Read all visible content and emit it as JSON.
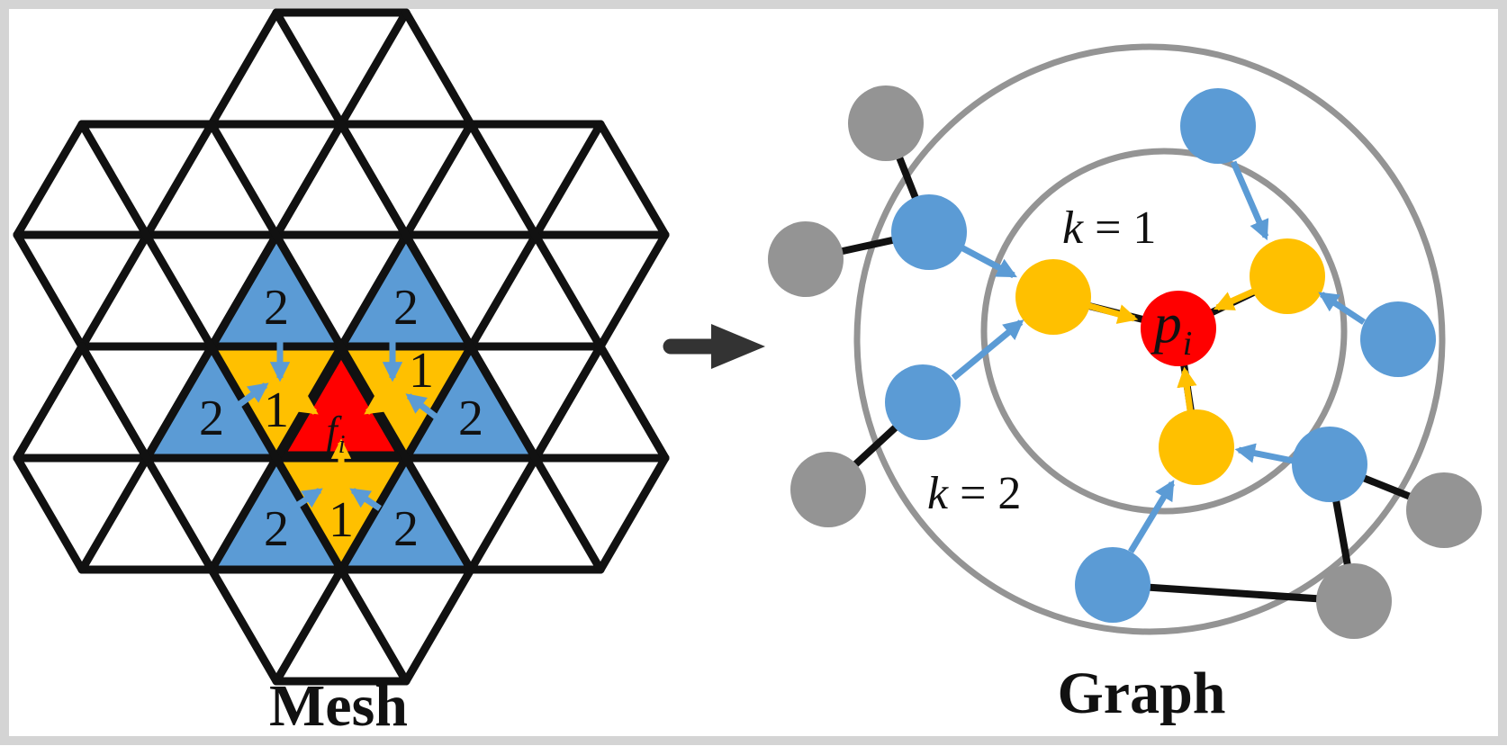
{
  "mesh": {
    "caption": "Mesh",
    "center_face_label": "f",
    "center_face_subscript": "i",
    "ring1_labels": [
      "1",
      "1",
      "1"
    ],
    "ring2_labels": [
      "2",
      "2",
      "2",
      "2",
      "2",
      "2"
    ]
  },
  "graph": {
    "caption": "Graph",
    "center_node_label": "p",
    "center_node_subscript": "i",
    "ring_labels": [
      {
        "var": "k",
        "rest": " = 1"
      },
      {
        "var": "k",
        "rest": " = 2"
      }
    ]
  },
  "colors": {
    "hop1": "#ffc000",
    "hop2": "#5b9bd5",
    "center": "#ff0000",
    "outside": "#949494",
    "ring": "#949494"
  }
}
